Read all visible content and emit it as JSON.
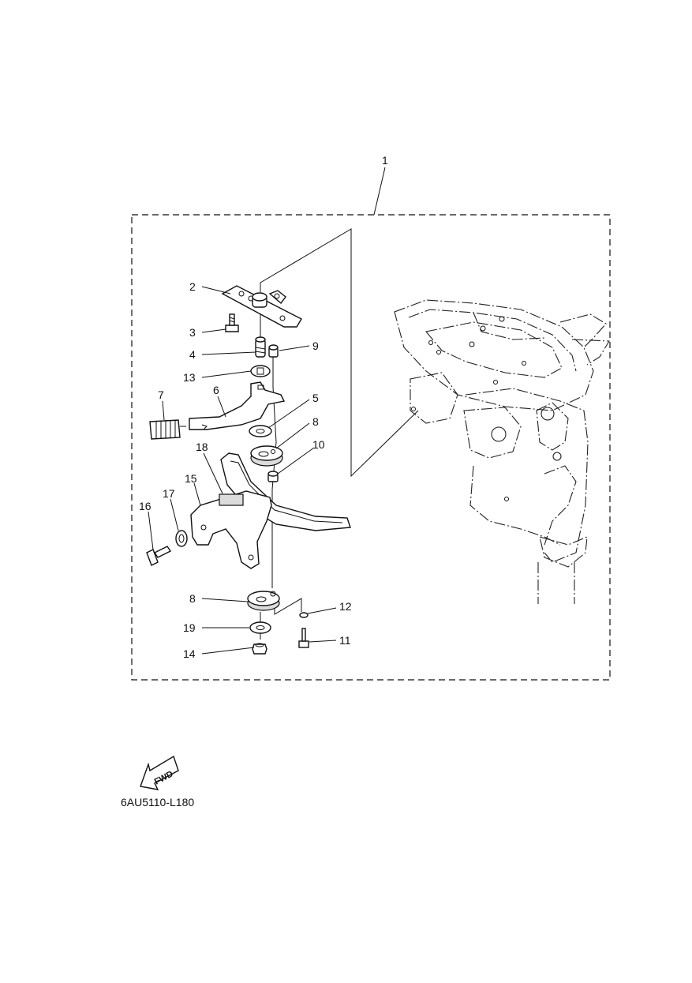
{
  "diagram": {
    "assembly_callout": "1",
    "callouts": [
      {
        "id": "c2",
        "label": "2"
      },
      {
        "id": "c3",
        "label": "3"
      },
      {
        "id": "c4",
        "label": "4"
      },
      {
        "id": "c9",
        "label": "9"
      },
      {
        "id": "c13",
        "label": "13"
      },
      {
        "id": "c7",
        "label": "7"
      },
      {
        "id": "c6",
        "label": "6"
      },
      {
        "id": "c5",
        "label": "5"
      },
      {
        "id": "c8a",
        "label": "8"
      },
      {
        "id": "c10",
        "label": "10"
      },
      {
        "id": "c18",
        "label": "18"
      },
      {
        "id": "c15",
        "label": "15"
      },
      {
        "id": "c17",
        "label": "17"
      },
      {
        "id": "c16",
        "label": "16"
      },
      {
        "id": "c8b",
        "label": "8"
      },
      {
        "id": "c12",
        "label": "12"
      },
      {
        "id": "c19",
        "label": "19"
      },
      {
        "id": "c11",
        "label": "11"
      },
      {
        "id": "c14",
        "label": "14"
      }
    ],
    "fwd_label": "FWD",
    "drawing_code": "6AU5110-L180"
  }
}
